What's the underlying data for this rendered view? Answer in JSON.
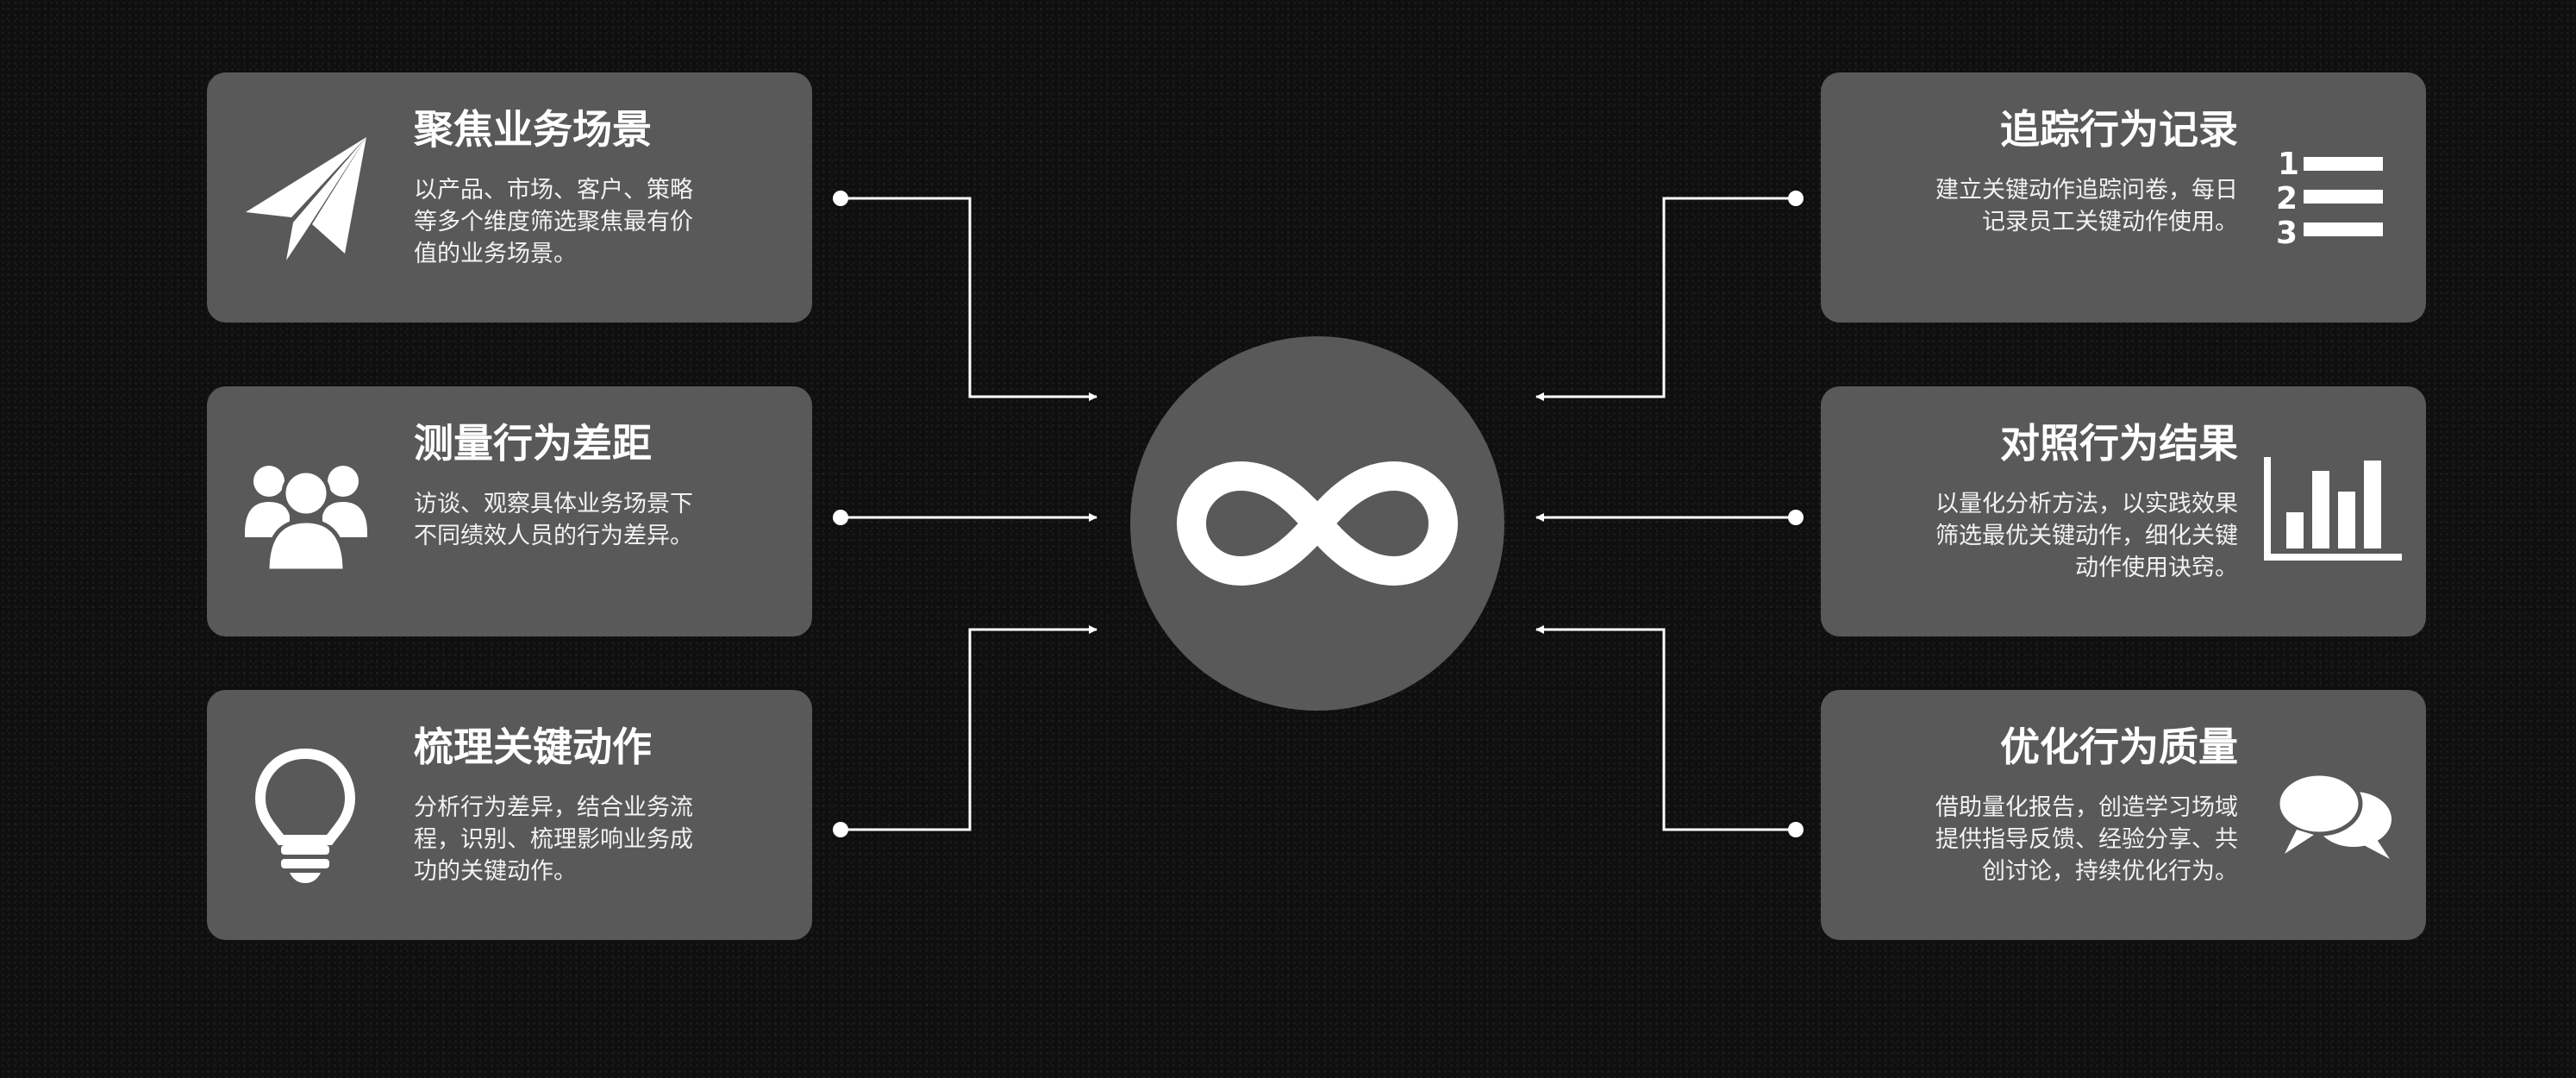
{
  "center": {
    "icon": "infinity-icon"
  },
  "left_cards": [
    {
      "title": "聚焦业务场景",
      "icon": "paper-plane-icon",
      "desc": [
        "以产品、市场、客户、策略",
        "等多个维度筛选聚焦最有价",
        "值的业务场景。"
      ]
    },
    {
      "title": "测量行为差距",
      "icon": "people-group-icon",
      "desc": [
        "访谈、观察具体业务场景下",
        "不同绩效人员的行为差异。"
      ]
    },
    {
      "title": "梳理关键动作",
      "icon": "lightbulb-icon",
      "desc": [
        "分析行为差异，结合业务流",
        "程，识别、梳理影响业务成",
        "功的关键动作。"
      ]
    }
  ],
  "right_cards": [
    {
      "title": "追踪行为记录",
      "icon": "numbered-list-icon",
      "desc": [
        "建立关键动作追踪问卷，每日",
        "记录员工关键动作使用。"
      ]
    },
    {
      "title": "对照行为结果",
      "icon": "bar-chart-icon",
      "desc": [
        "以量化分析方法，以实践效果",
        "筛选最优关键动作，细化关键",
        "动作使用诀窍。"
      ]
    },
    {
      "title": "优化行为质量",
      "icon": "chat-bubbles-icon",
      "desc": [
        "借助量化报告，创造学习场域",
        "提供指导反馈、经验分享、共",
        "创讨论，持续优化行为。"
      ]
    }
  ],
  "colors": {
    "background": "#0f0f0f",
    "card": "#595959",
    "text": "#ffffff",
    "line": "#ffffff"
  }
}
